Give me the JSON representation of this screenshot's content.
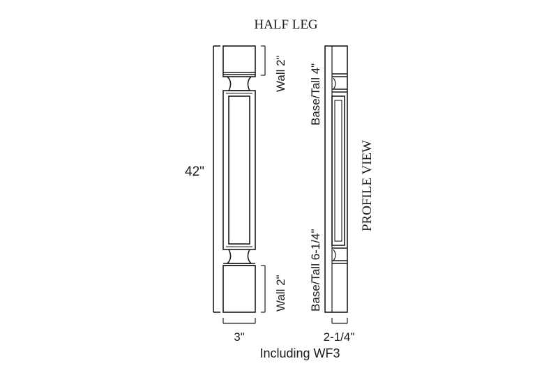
{
  "title": "HALF LEG",
  "profile_view_label": "PROFILE VIEW",
  "dimensions": {
    "height": "42\"",
    "front_top": "Wall 2\"",
    "front_bottom": "Wall 2\"",
    "profile_top": "Base/Tall 4\"",
    "profile_bottom": "Base/Tall 6-1/4\"",
    "front_width": "3\"",
    "profile_width": "2-1/4\""
  },
  "footnote": "Including WF3",
  "colors": {
    "line": "#1a1a1a",
    "text": "#1a1a1a"
  }
}
